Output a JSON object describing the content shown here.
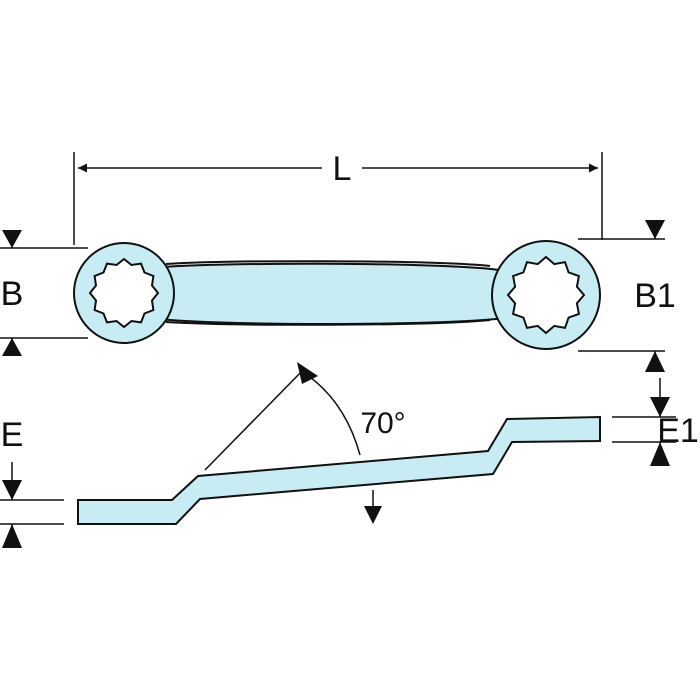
{
  "labels": {
    "length": "L",
    "ring_width_left": "B",
    "ring_width_right": "B1",
    "offset_left": "E",
    "offset_right": "E1",
    "angle": "70°"
  },
  "colors": {
    "tool_fill": "#c7ecf4",
    "outline": "#111111",
    "background": "#ffffff"
  }
}
